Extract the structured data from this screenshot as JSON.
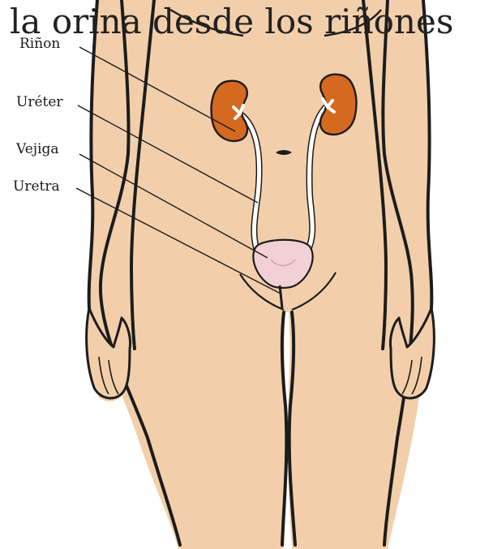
{
  "title": "la orina desde los riñones",
  "labels": {
    "kidney": "Riñon",
    "ureter": "Uréter",
    "bladder": "Vejiga",
    "urethra": "Uretra"
  },
  "colors": {
    "skin": "#f2cfaa",
    "outline": "#1c1c1c",
    "kidney": "#d5691f",
    "bladder": "#f3cfd6",
    "ureter": "#ffffff",
    "background": "#ffffff"
  }
}
